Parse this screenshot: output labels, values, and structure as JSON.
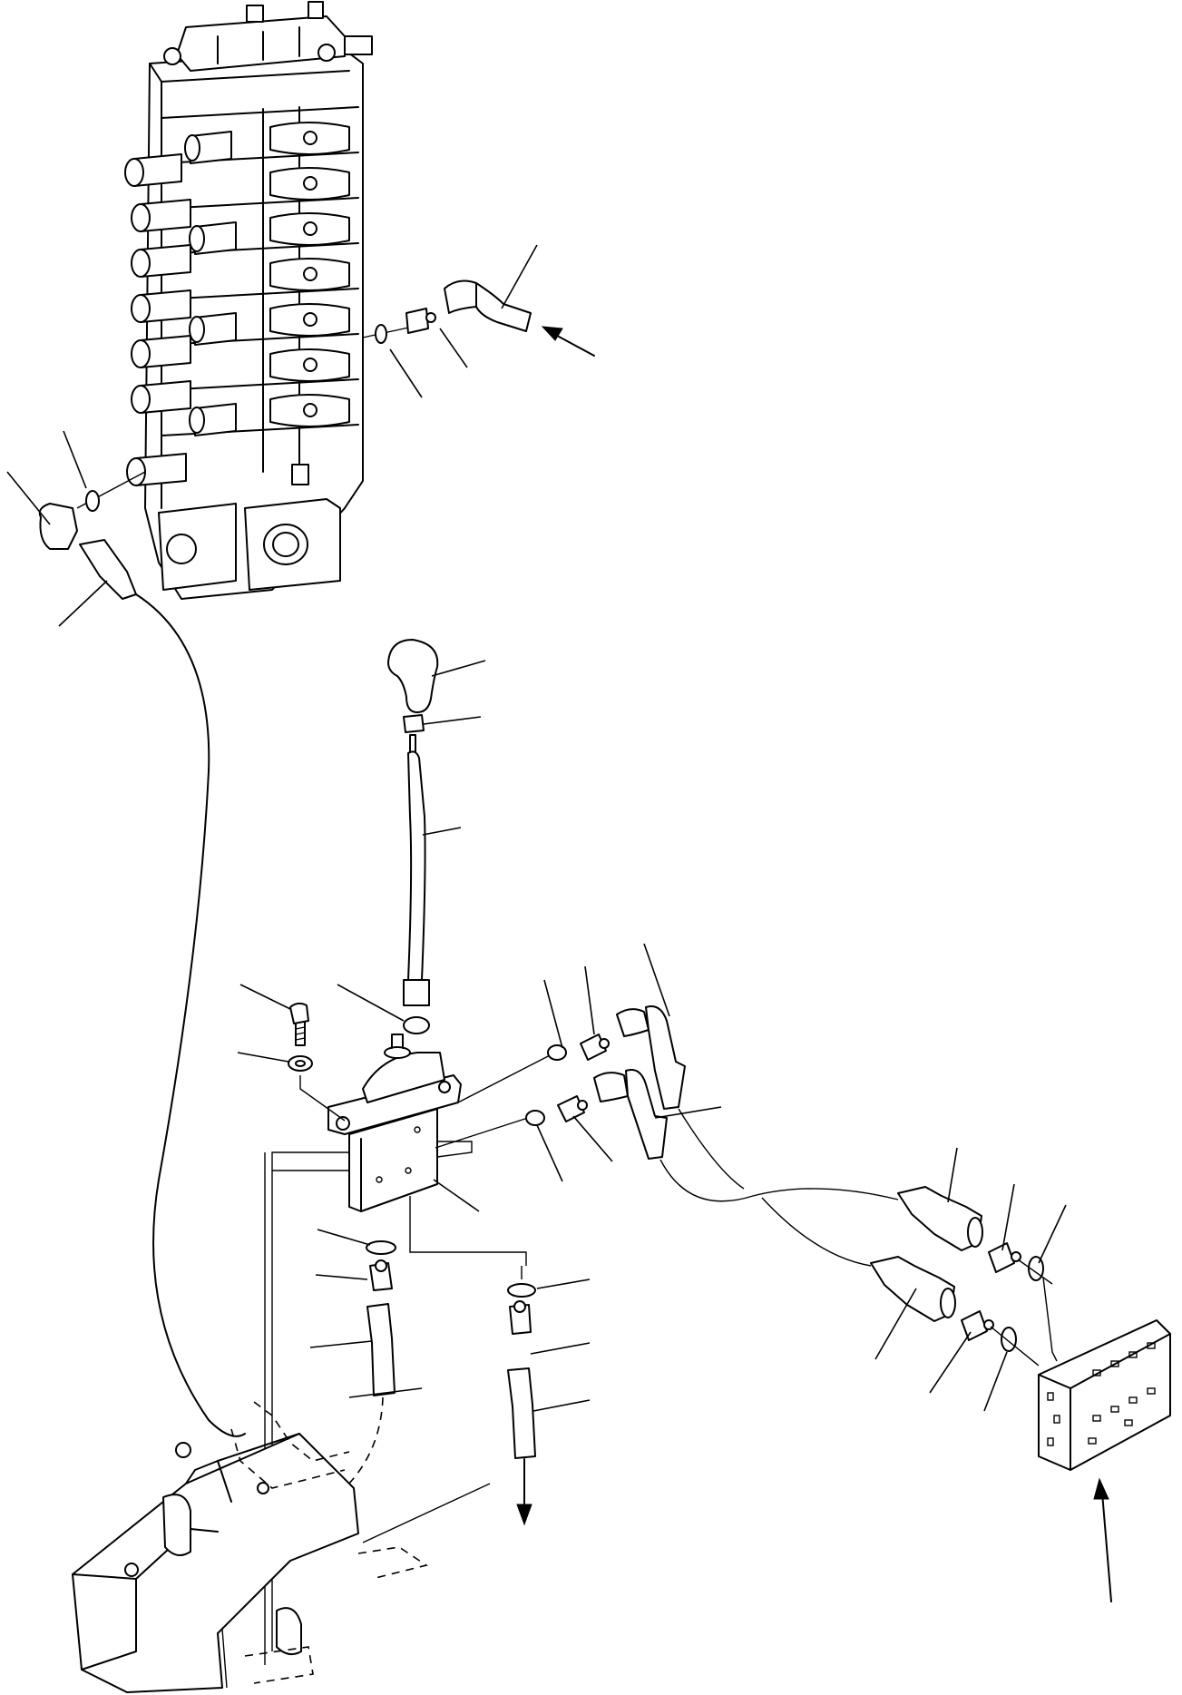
{
  "figure": {
    "kind": "exploded parts diagram",
    "components": [
      "control-valve-block",
      "control-lever-knob",
      "knob-nut",
      "control-lever",
      "pilot-valve",
      "mounting-bolt",
      "washer",
      "elbow-hose-fittings",
      "adapters",
      "o-rings",
      "hose-lines",
      "junction-block",
      "floor-bracket"
    ],
    "callout_labels": []
  }
}
